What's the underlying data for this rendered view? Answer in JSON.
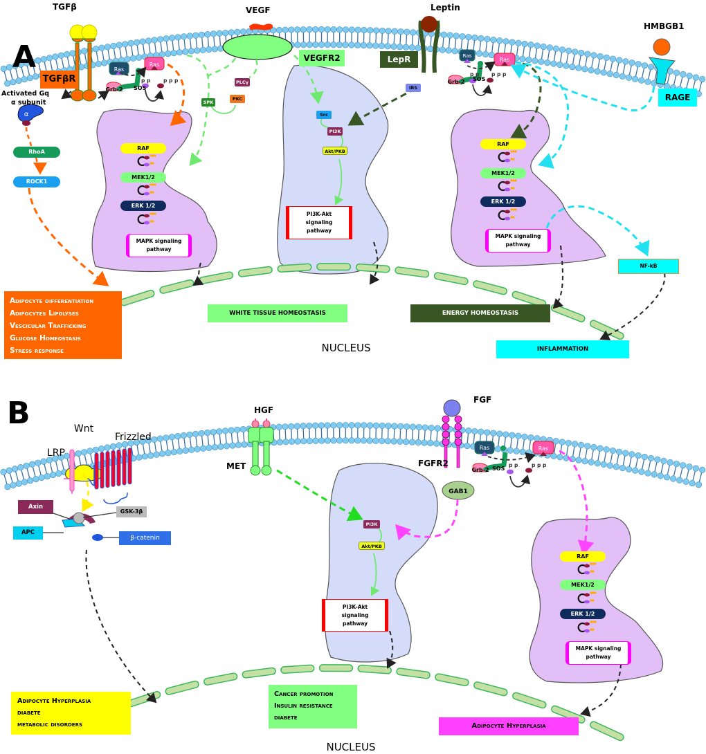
{
  "panel_a": {
    "letter": "A",
    "ligands": {
      "tgfb": "TGFβ",
      "vegf": "VEGF",
      "leptin": "Leptin",
      "hmgb1": "HMBGB1"
    },
    "receptors": {
      "tgfbr": "TGFβR",
      "vegfr2": "VEGFR2",
      "lepr": "LepR",
      "rage": "RAGE"
    },
    "gq_label_line1": "Activated Gq",
    "gq_label_line2": "α subunit",
    "gq_alpha": "α",
    "rhoa": "RhoA",
    "rock1": "ROCK1",
    "ras": "Ras",
    "grb2": "Grb-2",
    "sos": "SOS",
    "pp": "p p",
    "ppp": "p p p",
    "spk": "SPK",
    "plcy": "PLCγ",
    "pkc": "PKC",
    "irs": "IRS",
    "src": "Src",
    "pi3k": "PI3K",
    "akt": "Akt/PKB",
    "pi3k_pathway": [
      "PI3K-Akt",
      "signaling",
      "pathway"
    ],
    "raf": "RAF",
    "mek": "MEK1/2",
    "erk": "ERK 1/2",
    "mapk_pathway": [
      "MAPK signaling",
      "pathway"
    ],
    "nfkb": "NF-kB",
    "outcomes": {
      "tgfb_effects": [
        "Adipocyte differentiation",
        "Adipocytes Lipolyses",
        "Vescicular Trafficking",
        "Glucose Homeostasis",
        "Stress response"
      ],
      "white_tissue": "WHITE TISSUE HOMEOSTASIS",
      "energy": "ENERGY HOMEOSTASIS",
      "inflammation": "INFLAMMATION"
    },
    "nucleus": "NUCLEUS"
  },
  "panel_b": {
    "letter": "B",
    "ligands": {
      "wnt": "Wnt",
      "hgf": "HGF",
      "fgf": "FGF"
    },
    "receptors": {
      "lrp": "LRP",
      "frizzled": "Frizzled",
      "met": "MET",
      "fgfr2": "FGFR2"
    },
    "axin": "Axin",
    "apc": "APC",
    "gsk3b": "GSK-3β",
    "bcatenin": "β-catenin",
    "gab1": "GAB1",
    "ras": "Ras",
    "grb2": "Grb-2",
    "sos": "SOS",
    "pp": "p p",
    "ppp": "p p p",
    "pi3k": "PI3K",
    "akt": "Akt/PKB",
    "pi3k_pathway": [
      "PI3K-Akt",
      "signaling",
      "pathway"
    ],
    "raf": "RAF",
    "mek": "MEK1/2",
    "erk": "ERK 1/2",
    "mapk_pathway": [
      "MAPK signaling",
      "pathway"
    ],
    "outcomes": {
      "wnt_effects": [
        "Adipocyte Hyperplasia",
        "diabete",
        "metabolic disorders"
      ],
      "met_effects": [
        "Cancer promotion",
        "Insulin resistance",
        "diabete"
      ],
      "fgf_effects": "Adipocyte Hyperplasia"
    },
    "nucleus": "NUCLEUS"
  },
  "colors": {
    "membrane_head": "#7ecbef",
    "membrane_tail": "#3b6fa0",
    "tgfbr": "#ff6600",
    "vegfr2": "#80ff80",
    "lepr": "#375623",
    "rage": "#00ffff",
    "cytoplasm_mapk": "#e3bff7",
    "cytoplasm_pi3k": "#d4dcfa",
    "nuclear_envelope": "#c5e0a5",
    "raf": "#ffff00",
    "mek": "#80ff80",
    "erk": "#0f2a5c",
    "mapk_border": "#ff00ff",
    "pi3k_border": "#ff0000",
    "wnt_box": "#ffff00",
    "met_box": "#80ff80",
    "fgf_box": "#ff40ff"
  }
}
